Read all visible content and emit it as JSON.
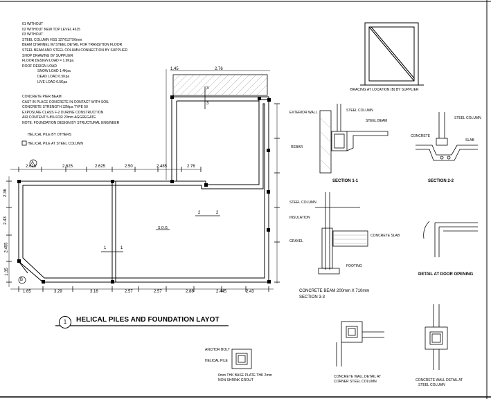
{
  "notes": [
    "01 WITHOUT",
    "02 WITHOUT  NEW TOP LEVEL 4615",
    "03 WITHOUT",
    "STEEL COLUMN HSS 127X127X6mm",
    "BEAM CHANNEL W/ STEEL DETAIL FOR TRANSITION FLOOR",
    "STEEL BEAM AND STEEL COLUMN CONNECTION BY SUPPLIER",
    "SHOP DRAWING BY SUPPLIER",
    "FLOOR DESIGN LOAD = 1.9Kpa",
    "ROOF DESIGN LOAD"
  ],
  "notes_sub": [
    "SNOW LOAD 1.4Kpa",
    "DEAD LOAD 0.5Kpa",
    "LIVE LOAD 0.5Kpa"
  ],
  "notes2": [
    "CONCRETE PIER BEAM",
    "CAST IN PLACE CONCRETE IN CONTACT WITH SOIL",
    "CONCRETE STRENGTH 32Mpa TYPE 50",
    "EXPOSURE CLASS F-2 DURING CONSTRUCTION",
    "AIR CONTENT 5-8% FOR 20mm AGGREGATE",
    "NOTE: FOUNDATION DESIGN BY STRUCTURAL ENGINEER"
  ],
  "legend": [
    "HELICAL PILE BY OTHERS",
    "HELICAL PILE AT STEEL COLUMN"
  ],
  "plan_title": "HELICAL PILES AND FOUNDATION LAYOT",
  "plan_num": "1",
  "top_dims": [
    "2.625",
    "2.625",
    "2.625",
    "2.50",
    "2.485",
    "2.76"
  ],
  "bottom_dims": [
    "1.65",
    "3.29",
    "3.16",
    "2.57",
    "2.57",
    "2.88",
    "2.445",
    "2.43"
  ],
  "upper_dims": [
    "1.45",
    "2.76"
  ],
  "left_dims": [
    "2.36",
    "2.43",
    "2.455",
    "1.35"
  ],
  "grid_a": "A",
  "grid_b": "B",
  "section_1": "SECTION 1-1",
  "section_2": "SECTION 2-2",
  "section_3": "CONCRETE BEAM 200mm X 710mm",
  "section_3b": "SECTION 3-3",
  "detail_door": "DETAIL AT DOOR OPENING",
  "bracing": "BRACING AT LOCATION (B) BY SUPPLIER",
  "detail_col1a": "CONCRETE WALL DETAIL AT",
  "detail_col1b": "CORNER STEEL COLUMN",
  "detail_col2a": "CONCRETE WALL DETAIL AT",
  "detail_col2b": "STEEL COLUMN",
  "pile_detail_a": "6mm THK BASE PLATE THK 2mm",
  "pile_detail_b": "NON SHRINK GROUT",
  "pile_labels": [
    "ANCHOR BOLT",
    "HELICAL PILE"
  ],
  "sec1_labels": [
    "EXTERIOR WALL",
    "STEEL COLUMN",
    "REBAR",
    "STEEL BEAM"
  ],
  "sec2_labels": [
    "STEEL COLUMN",
    "CONCRETE",
    "SLAB"
  ],
  "sec3_labels": [
    "STEEL COLUMN",
    "INSULATION",
    "CONCRETE SLAB",
    "GRAVEL",
    "FOOTING"
  ],
  "sec_markers": [
    "1",
    "1",
    "2",
    "2",
    "3",
    "3"
  ],
  "center_mark": "S.O.G."
}
